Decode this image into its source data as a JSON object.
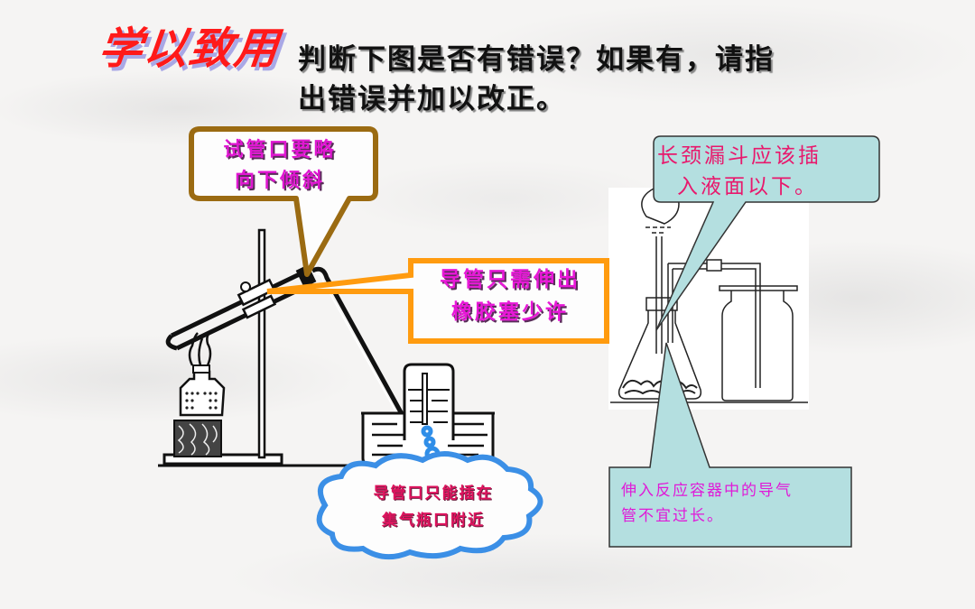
{
  "slide": {
    "heading_badge": "学以致用",
    "question": {
      "line1": "判断下图是否有错误？如果有，请指",
      "line2": "出错误并加以改正。"
    },
    "callouts": [
      {
        "id": "test-tube-mouth",
        "lines": [
          "试管口要略",
          "向下倾斜"
        ],
        "border_color": "#9b6b12",
        "text_color": "#e016d2"
      },
      {
        "id": "delivery-tube-length",
        "lines": [
          "导管只需伸出",
          "橡胶塞少许"
        ],
        "border_color": "#ff9b0f",
        "text_color": "#e818d8"
      },
      {
        "id": "tube-at-bottle-mouth",
        "lines": [
          "导管口只能插在",
          "集气瓶口附近"
        ],
        "border_color": "#3b8fe6",
        "text_color": "#e0145f"
      },
      {
        "id": "funnel-below-liquid",
        "lines": [
          "长颈漏斗应该插",
          "入液面以下。"
        ],
        "fill_color": "#b4dfe0",
        "text_color": "#e8186c"
      },
      {
        "id": "tube-not-too-long",
        "lines": [
          "伸入反应容器中的导气",
          "管不宜过长。"
        ],
        "fill_color": "#b4dfe0",
        "text_color": "#e01ad8"
      }
    ]
  },
  "colors": {
    "heading_red": "#ff1a1a",
    "heading_shadow": "#a9a8e6",
    "background": "#f4f3f2"
  }
}
